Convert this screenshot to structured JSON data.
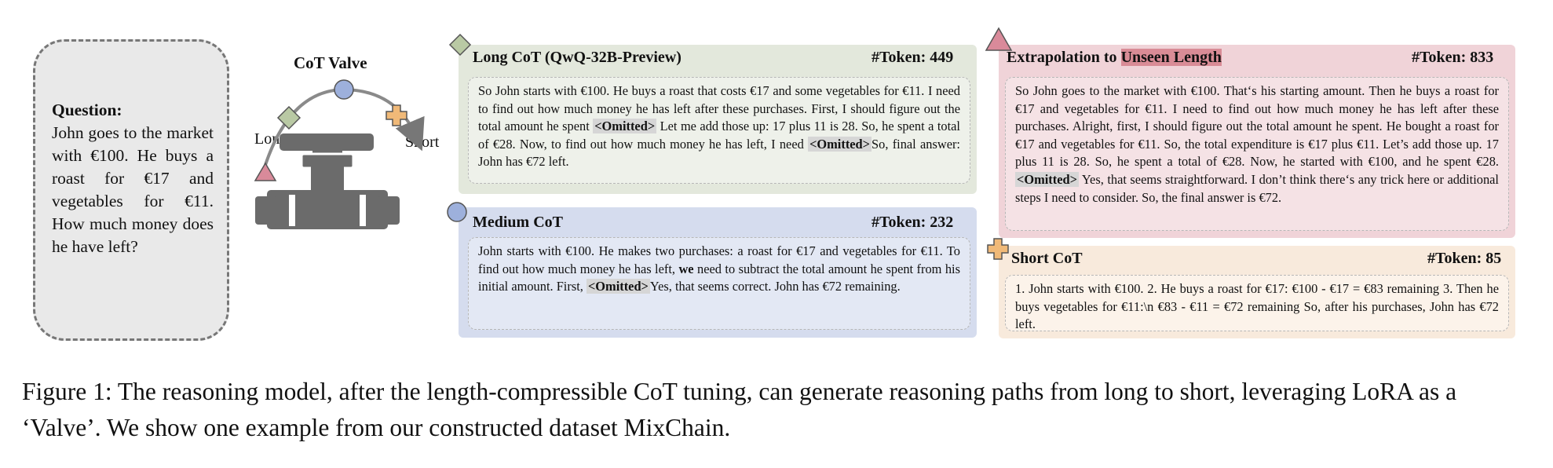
{
  "question": {
    "title": "Question:",
    "body": "John goes to the market with €100. He buys a roast for €17 and vegetables for €11. How much money does he have left?"
  },
  "valve": {
    "title": "CoT Valve",
    "long_label": "Long",
    "short_label": "Short"
  },
  "long_cot": {
    "title": "Long CoT (QwQ-32B-Preview)",
    "tokens": "#Token: 449",
    "text_1": "So John starts with €100. He buys a roast that costs €17 and some vegetables for €11. I need to find out how much money he has left after these purchases. First, I should figure out the total amount he spent ",
    "omitted_1": "<Omitted>",
    "text_2": " Let me add those up: 17 plus 11 is 28. So, he spent a total of €28. Now, to find out how much money he has left, I need ",
    "omitted_2": "<Omitted>",
    "text_3": "So, final answer: John has €72 left."
  },
  "medium_cot": {
    "title": "Medium CoT",
    "tokens": "#Token: 232",
    "text_1": "John starts with €100. He makes two purchases: a roast for €17 and vegetables for €11. To find out how much money he has left, ",
    "bold": "we",
    "text_2": " need to subtract the total amount he spent from his initial amount. First, ",
    "omitted": "<Omitted>",
    "text_3": "Yes, that seems correct. John has €72 remaining."
  },
  "extrapolation": {
    "title_prefix": "Extrapolation to ",
    "title_highlight": "Unseen Length",
    "tokens": "#Token: 833",
    "text_1": "So John goes to the market with €100. That‘s his starting amount. Then he buys a roast for €17 and vegetables for €11. I need to find out how much money he has left after these purchases. Alright, first, I should figure out the total amount he spent. He bought a roast for €17 and vegetables for €11. So, the total expenditure is €17 plus €11. Let’s add those up. 17 plus 11 is 28. So, he spent a total of €28. Now, he started with €100, and he spent €28. ",
    "omitted": "<Omitted>",
    "text_2": " Yes, that seems straightforward. I don’t think there‘s any trick here or additional steps I need to consider. So, the final answer is €72."
  },
  "short_cot": {
    "title": "Short CoT",
    "tokens": "#Token: 85",
    "text": "1. John starts with €100. 2. He buys a roast for €17: €100 - €17 = €83 remaining 3. Then he buys vegetables for €11:\\n   €83 - €11 = €72 remaining So, after his purchases, John has €72 left."
  },
  "caption": "Figure 1: The reasoning model, after the length-compressible CoT tuning, can generate reasoning paths from long to short, leveraging LoRA as a ‘Valve’. We show one example from our constructed dataset MixChain.",
  "colors": {
    "long": "#e3e8dc",
    "medium": "#d5dcee",
    "extrapolation": "#f0d3d8",
    "short": "#f8eadc",
    "diamond": "#b9c9a4",
    "circle": "#9db0dc",
    "triangle": "#d98a9a",
    "cross": "#f0b978",
    "valve": "#6b6b6b"
  }
}
